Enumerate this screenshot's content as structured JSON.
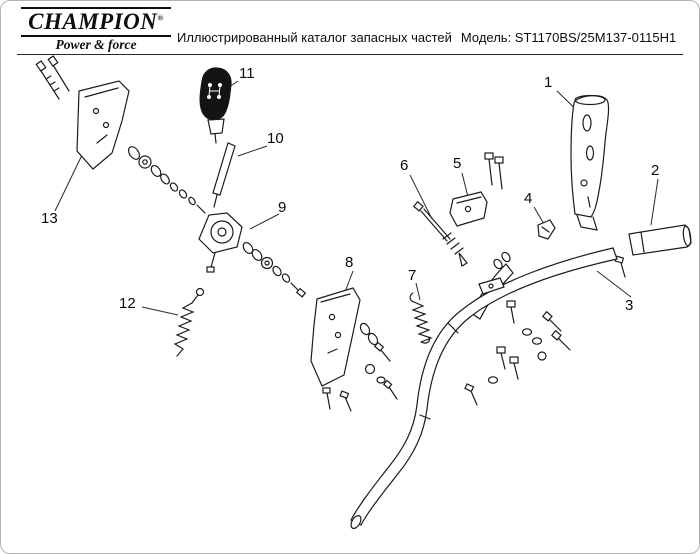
{
  "brand": {
    "name": "CHAMPION",
    "reg": "®",
    "tagline": "Power & force"
  },
  "header": {
    "catalog_title": "Иллюстрированный каталог запасных частей",
    "model_label": "Модель: ST1170BS/25M137-0115H1"
  },
  "diagram": {
    "callouts": [
      {
        "n": "1"
      },
      {
        "n": "2"
      },
      {
        "n": "3"
      },
      {
        "n": "4"
      },
      {
        "n": "5"
      },
      {
        "n": "6"
      },
      {
        "n": "7"
      },
      {
        "n": "8"
      },
      {
        "n": "9"
      },
      {
        "n": "10"
      },
      {
        "n": "11"
      },
      {
        "n": "12"
      },
      {
        "n": "13"
      }
    ]
  }
}
